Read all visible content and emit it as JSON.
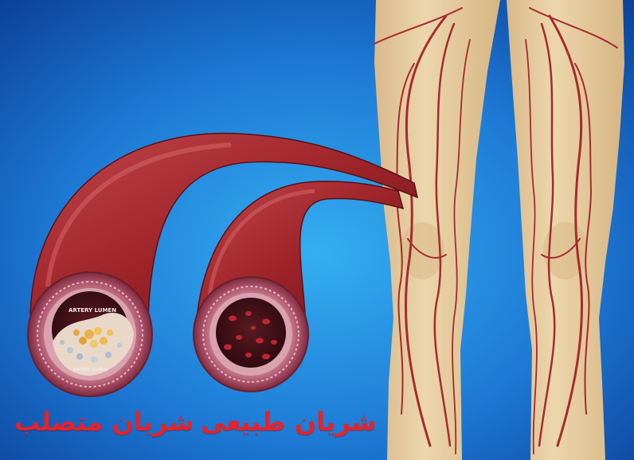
{
  "labels": {
    "hardened_artery": "شريان متصلب",
    "normal_artery": "شريان طبيعى"
  },
  "annotations": {
    "artery_lumen": "ARTERY LUMEN"
  },
  "colors": {
    "background_center": "#2fa3ee",
    "background_edge": "#0b3f98",
    "label": "#e5232b",
    "skin": "#e8cfa2",
    "artery": "#a62b2d",
    "vessel_dark": "#7a1a22"
  }
}
